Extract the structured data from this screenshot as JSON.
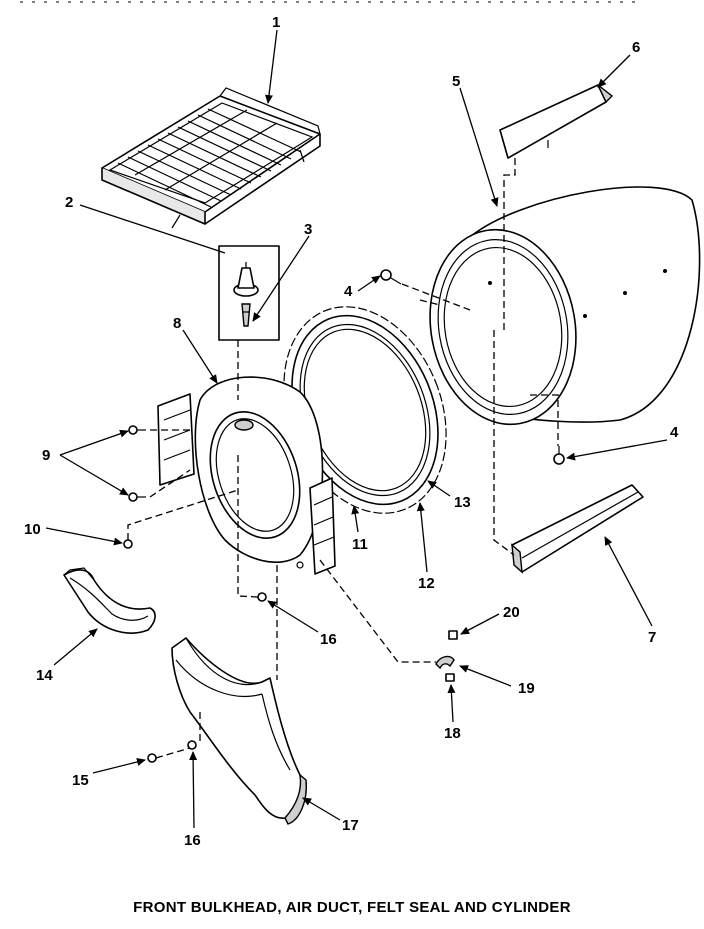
{
  "caption": "FRONT BULKHEAD, AIR DUCT, FELT SEAL AND CYLINDER",
  "callouts": {
    "c1": "1",
    "c2": "2",
    "c3": "3",
    "c4a": "4",
    "c4b": "4",
    "c5": "5",
    "c6": "6",
    "c7": "7",
    "c8": "8",
    "c9": "9",
    "c10": "10",
    "c11": "11",
    "c12": "12",
    "c13": "13",
    "c14": "14",
    "c15": "15",
    "c16a": "16",
    "c16b": "16",
    "c17": "17",
    "c18": "18",
    "c19": "19",
    "c20": "20"
  }
}
